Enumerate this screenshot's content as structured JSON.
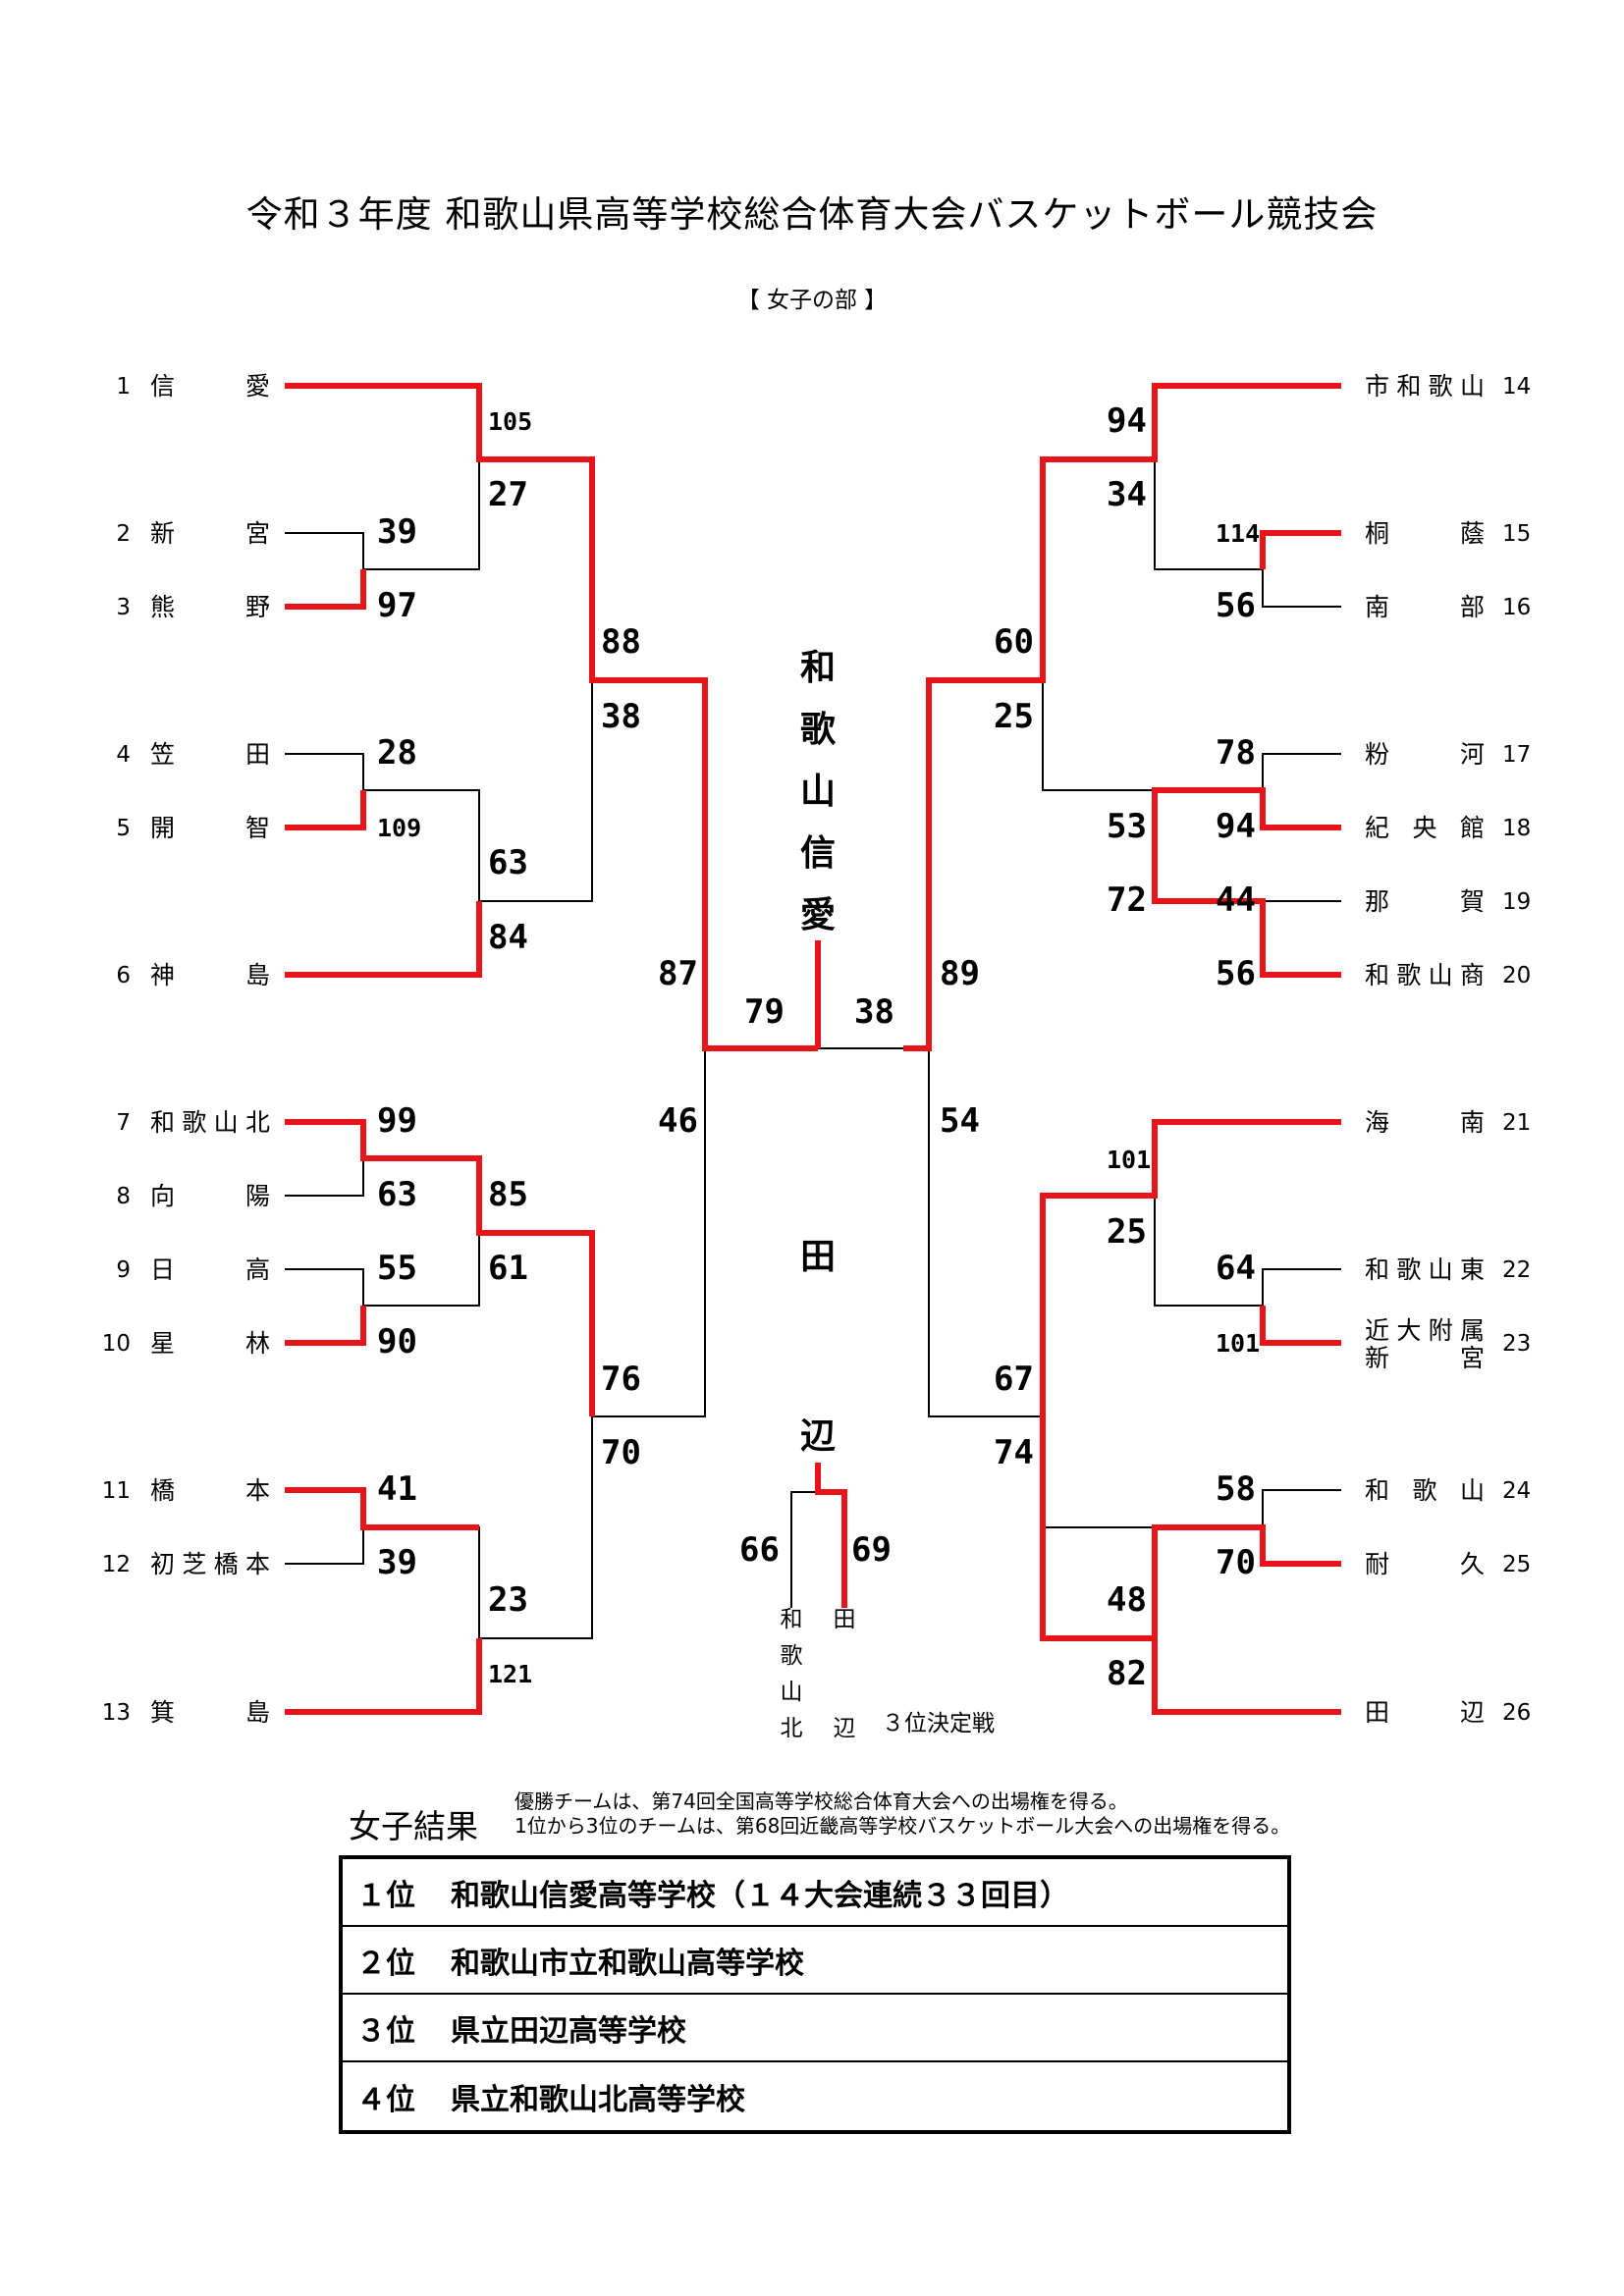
{
  "title": "令和３年度 和歌山県高等学校総合体育大会バスケットボール競技会",
  "section": "【 女子の部 】",
  "teams": [
    {
      "no": "1",
      "name": "信　　　愛"
    },
    {
      "no": "2",
      "name": "新　　　宮"
    },
    {
      "no": "3",
      "name": "熊　　　野"
    },
    {
      "no": "4",
      "name": "笠　　　田"
    },
    {
      "no": "5",
      "name": "開　　　智"
    },
    {
      "no": "6",
      "name": "神　　　島"
    },
    {
      "no": "7",
      "name": "和歌山北"
    },
    {
      "no": "8",
      "name": "向　　　陽"
    },
    {
      "no": "9",
      "name": "日　　　高"
    },
    {
      "no": "10",
      "name": "星　　　林"
    },
    {
      "no": "11",
      "name": "橋　　　本"
    },
    {
      "no": "12",
      "name": "初芝橋本"
    },
    {
      "no": "13",
      "name": "箕　　　島"
    },
    {
      "no": "14",
      "name": "市和歌山"
    },
    {
      "no": "15",
      "name": "桐　　　蔭"
    },
    {
      "no": "16",
      "name": "南　　　部"
    },
    {
      "no": "17",
      "name": "粉　　　河"
    },
    {
      "no": "18",
      "name": "紀 央 館"
    },
    {
      "no": "19",
      "name": "那　　　賀"
    },
    {
      "no": "20",
      "name": "和歌山商"
    },
    {
      "no": "21",
      "name": "海　　　南"
    },
    {
      "no": "22",
      "name": "和歌山東"
    },
    {
      "no": "23",
      "name": "近大附属",
      "name2": "新　　　宮"
    },
    {
      "no": "24",
      "name": "和　歌　山"
    },
    {
      "no": "25",
      "name": "耐　　　久"
    },
    {
      "no": "26",
      "name": "田　　　辺"
    }
  ],
  "scores": [
    "105",
    "27",
    "39",
    "97",
    "88",
    "38",
    "28",
    "109",
    "63",
    "84",
    "87",
    "79",
    "38",
    "89",
    "46",
    "54",
    "99",
    "63",
    "85",
    "61",
    "55",
    "90",
    "76",
    "70",
    "41",
    "39",
    "23",
    "121",
    "94",
    "34",
    "114",
    "56",
    "60",
    "25",
    "78",
    "94",
    "53",
    "72",
    "44",
    "56",
    "101",
    "25",
    "64",
    "101",
    "67",
    "74",
    "58",
    "70",
    "48",
    "82",
    "66",
    "69"
  ],
  "champion_name": "和歌山信愛",
  "runnerup_name": "田辺",
  "third_place": {
    "left_name": "和歌山北",
    "right_name": "田辺",
    "label": "３位決定戦"
  },
  "results": {
    "heading": "女子結果",
    "note1": "優勝チームは、第74回全国高等学校総合体育大会への出場権を得る。",
    "note2": "1位から3位のチームは、第68回近畿高等学校バスケットボール大会への出場権を得る。",
    "rows": [
      {
        "rank": "１位",
        "team": "和歌山信愛高等学校（１４大会連続３３回目）"
      },
      {
        "rank": "２位",
        "team": "和歌山市立和歌山高等学校"
      },
      {
        "rank": "３位",
        "team": "県立田辺高等学校"
      },
      {
        "rank": "４位",
        "team": "県立和歌山北高等学校"
      }
    ]
  },
  "colors": {
    "win_line": "#e8141a",
    "line": "#000000"
  }
}
